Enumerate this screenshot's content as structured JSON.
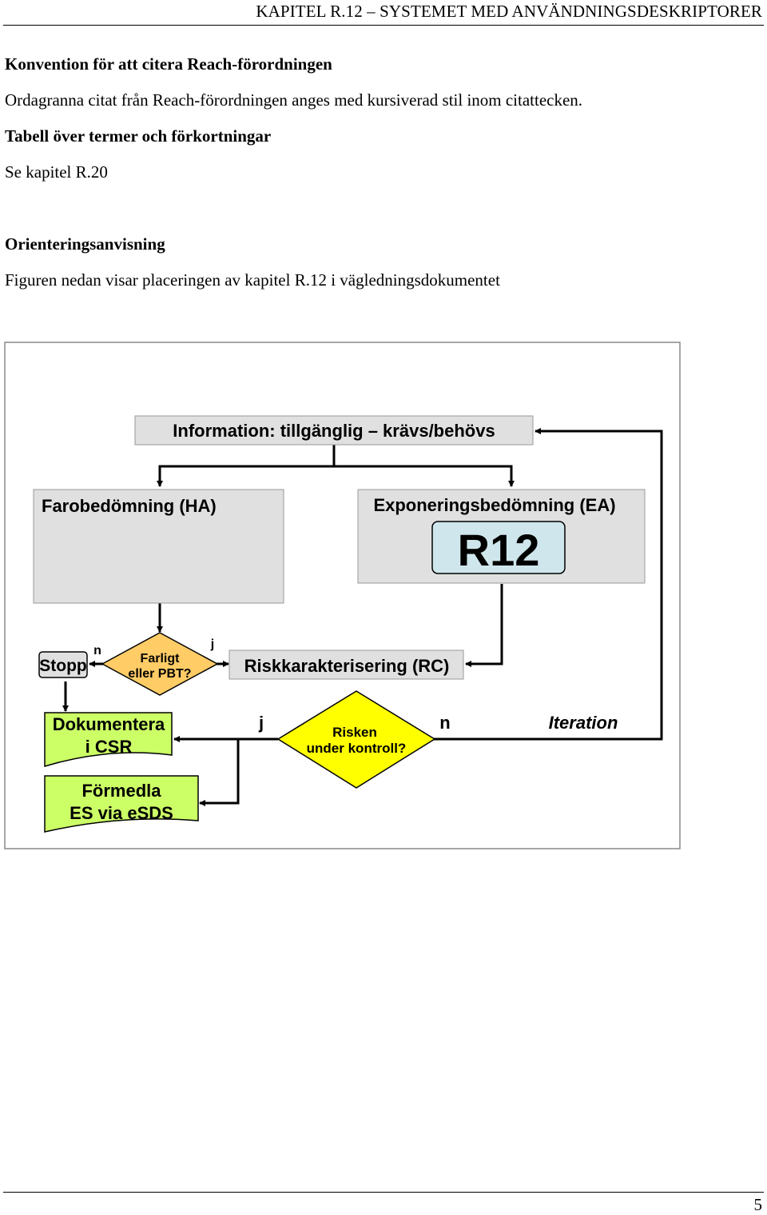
{
  "header": {
    "running_title": "KAPITEL R.12 – SYSTEMET MED ANVÄNDNINGSDESKRIPTORER"
  },
  "sections": {
    "citation_heading": "Konvention för att citera Reach-förordningen",
    "citation_text": "Ordagranna citat från Reach-förordningen anges med kursiverad stil inom citattecken.",
    "terms_heading": "Tabell över termer och förkortningar",
    "terms_text": "Se kapitel R.20",
    "orientation_heading": "Orienteringsanvisning",
    "orientation_text": "Figuren nedan visar placeringen av kapitel R.12 i vägledningsdokumentet"
  },
  "diagram": {
    "info_box": "Information: tillgänglig – krävs/behövs",
    "hazard_box": "Farobedömning (HA)",
    "exposure_box": "Exponeringsbedömning (EA)",
    "r12_badge": "R12",
    "stop_box": "Stopp",
    "label_n_stop": "n",
    "dangerous_line1": "Farligt",
    "dangerous_line2": "eller PBT?",
    "label_j_dangerous": "j",
    "risk_char_box": "Riskkarakterisering (RC)",
    "document_line1": "Dokumentera",
    "document_line2": "i CSR",
    "label_j_risk": "j",
    "risk_line1": "Risken",
    "risk_line2": "under kontroll?",
    "label_n_risk": "n",
    "iteration_label": "Iteration",
    "communicate_line1": "Förmedla",
    "communicate_line2": "ES via eSDS",
    "colors": {
      "box_grey": "#e0e0e0",
      "r12_fill": "#cfe7ec",
      "diamond_orange": "#ffcc66",
      "diamond_yellow": "#ffff00",
      "document_green": "#ccff66"
    }
  },
  "footer": {
    "page_number": "5"
  }
}
